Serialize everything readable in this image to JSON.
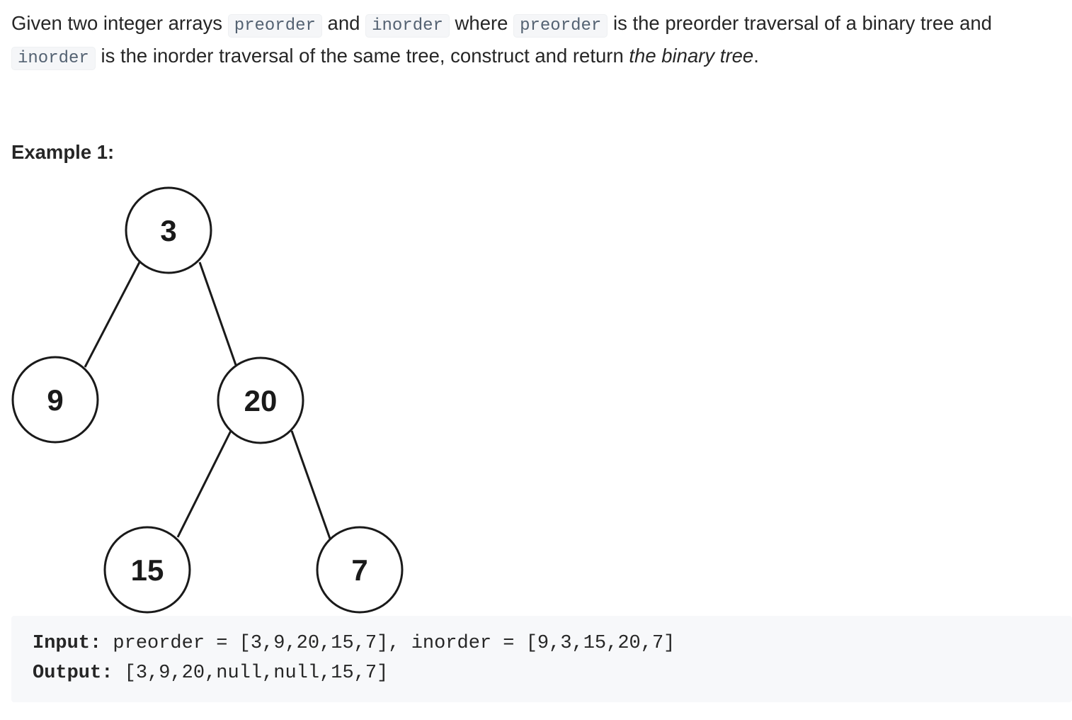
{
  "problem": {
    "seg1": "Given two integer arrays ",
    "code1": "preorder",
    "seg2": " and ",
    "code2": "inorder",
    "seg3": " where ",
    "code3": "preorder",
    "seg4": " is the preorder traversal of a binary tree and ",
    "code4": "inorder",
    "seg5": " is the inorder traversal of the same tree, construct and return ",
    "emphasis": "the binary tree",
    "seg6": "."
  },
  "example": {
    "heading": "Example 1:",
    "input_label": "Input:",
    "input_value": " preorder = [3,9,20,15,7], inorder = [9,3,15,20,7]",
    "output_label": "Output:",
    "output_value": " [3,9,20,null,null,15,7]"
  },
  "tree": {
    "nodes": [
      "3",
      "9",
      "20",
      "15",
      "7"
    ]
  }
}
